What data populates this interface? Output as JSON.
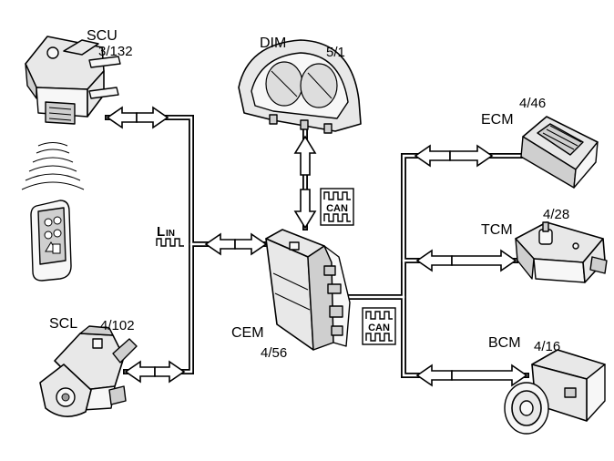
{
  "modules": {
    "scu": {
      "name": "SCU",
      "code": "3/132"
    },
    "dim": {
      "name": "DIM",
      "code": "5/1"
    },
    "ecm": {
      "name": "ECM",
      "code": "4/46"
    },
    "tcm": {
      "name": "TCM",
      "code": "4/28"
    },
    "bcm": {
      "name": "BCM",
      "code": "4/16"
    },
    "scl": {
      "name": "SCL",
      "code": "4/102"
    },
    "cem": {
      "name": "CEM",
      "code": "4/56"
    }
  },
  "buses": {
    "lin": {
      "label_big": "L",
      "label_small": "IN"
    },
    "can_top": {
      "label": "CAN"
    },
    "can_right": {
      "label": "CAN"
    }
  },
  "colors": {
    "line": "#000000",
    "background": "#ffffff",
    "part_fill": "#e8e8e8"
  }
}
